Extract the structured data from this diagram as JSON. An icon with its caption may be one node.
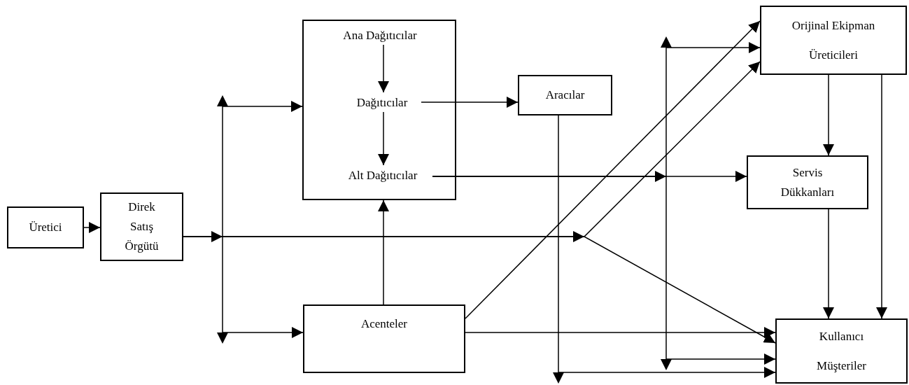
{
  "diagram": {
    "nodes": [
      {
        "text": [
          "Üretici"
        ]
      },
      {
        "text": [
          "Direk Satış Örgütü"
        ]
      },
      {
        "text": [],
        "shape": "box"
      },
      {
        "text": [
          "Ana Dağıtıcılar"
        ],
        "in": 2
      },
      {
        "text": [
          "Dağıtıcılar"
        ],
        "in": 2
      },
      {
        "text": [
          "Alt Dağıtıcılar"
        ],
        "in": 2
      },
      {
        "text": [
          "Aracılar"
        ]
      },
      {
        "text": [
          "Orijinal Ekipman Üreticileri"
        ]
      },
      {
        "text": [
          "Servis Dükkanları"
        ]
      },
      {
        "text": [
          "Acenteler"
        ]
      },
      {
        "text": [
          "Kullanıcı Müşteriler"
        ]
      }
    ],
    "edges": [
      {
        "from": 0,
        "to": 1,
        "arrow": "to"
      },
      {
        "from": 1,
        "to": 2,
        "arrow": "to"
      },
      {
        "from": 1,
        "to": 9,
        "arrow": "to"
      },
      {
        "from": 1,
        "to": 7,
        "arrow": "to"
      },
      {
        "from": 1,
        "to": 10,
        "arrow": "to"
      },
      {
        "from": 3,
        "to": 4,
        "arrow": "to"
      },
      {
        "from": 4,
        "to": 5,
        "arrow": "to"
      },
      {
        "from": 4,
        "to": 6,
        "arrow": "to"
      },
      {
        "from": 5,
        "to": 7,
        "arrow": "to"
      },
      {
        "from": 5,
        "to": 8,
        "arrow": "to"
      },
      {
        "from": 5,
        "to": 10,
        "arrow": "to"
      },
      {
        "from": 6,
        "to": 10,
        "arrow": "to"
      },
      {
        "from": 7,
        "to": 8,
        "arrow": "to"
      },
      {
        "from": 7,
        "to": 10,
        "arrow": "to"
      },
      {
        "from": 8,
        "to": 10,
        "arrow": "to"
      },
      {
        "from": 9,
        "to": 2,
        "arrow": "to"
      },
      {
        "from": 9,
        "to": 7,
        "arrow": "to"
      },
      {
        "from": 9,
        "to": 10,
        "arrow": "to"
      }
    ]
  }
}
